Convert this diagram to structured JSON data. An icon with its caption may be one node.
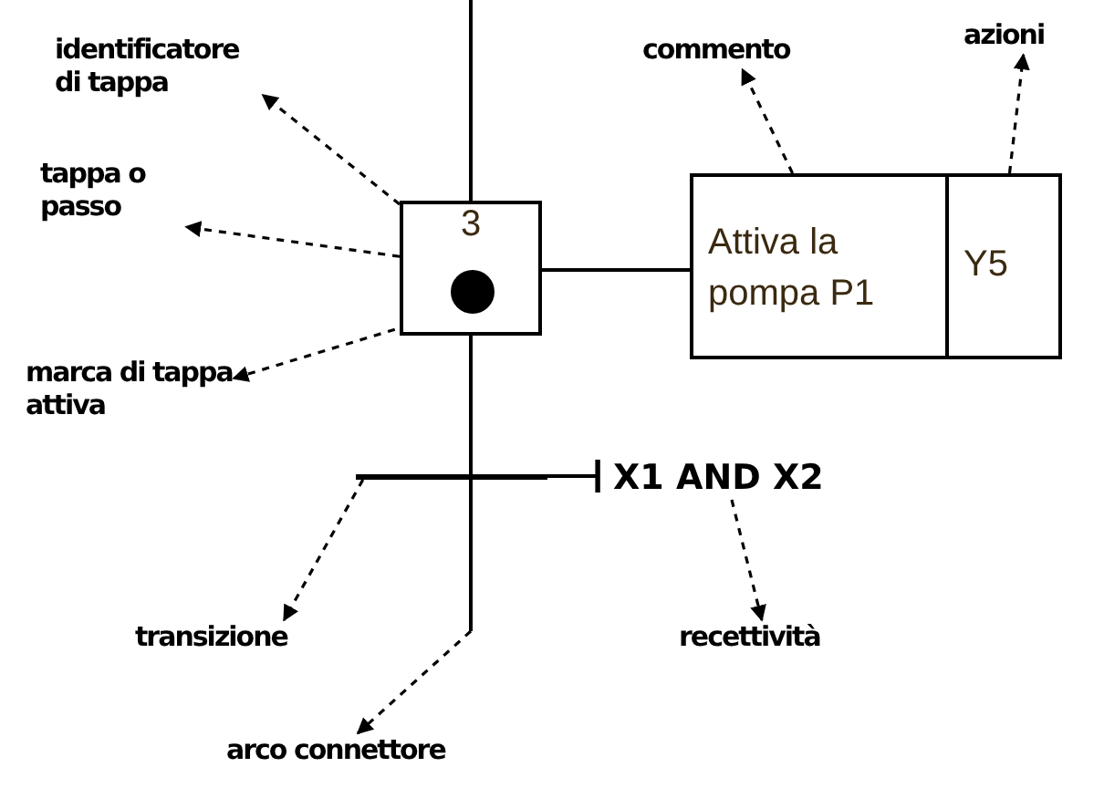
{
  "diagram": {
    "nodes": [
      {
        "text": [
          "3"
        ]
      },
      {
        "text": [],
        "shape": "circle",
        "in": 0
      },
      {
        "text": [
          "Attiva la pompa P1"
        ]
      },
      {
        "text": [
          "Y5"
        ]
      },
      {
        "text": [],
        "shape": "bar"
      },
      {
        "text": [
          "X1 AND X2"
        ]
      },
      {
        "text": [
          "identificatore di tappa"
        ]
      },
      {
        "text": [
          "tappa o passo"
        ]
      },
      {
        "text": [
          "marca di tappa attiva"
        ]
      },
      {
        "text": [
          "commento"
        ]
      },
      {
        "text": [
          "azioni"
        ]
      },
      {
        "text": [
          "transizione"
        ]
      },
      {
        "text": [
          "recettività"
        ]
      },
      {
        "text": [
          "arco connettore"
        ]
      }
    ],
    "edges": [
      {
        "from": null,
        "to": 0,
        "arrow": "none"
      },
      {
        "from": 0,
        "to": 4,
        "arrow": "none"
      },
      {
        "from": 4,
        "to": null,
        "arrow": "none"
      },
      {
        "from": 0,
        "to": 2,
        "arrow": "none"
      },
      {
        "from": 4,
        "to": 5,
        "arrow": "other"
      },
      {
        "from": 0,
        "to": 6,
        "arrow": "to",
        "style": "dashed"
      },
      {
        "from": 0,
        "to": 7,
        "arrow": "to",
        "style": "dashed"
      },
      {
        "from": 1,
        "to": 8,
        "arrow": "to",
        "style": "dashed"
      },
      {
        "from": 2,
        "to": 9,
        "arrow": "to",
        "style": "dashed"
      },
      {
        "from": 3,
        "to": 10,
        "arrow": "to",
        "style": "dashed"
      },
      {
        "from": 4,
        "to": 11,
        "arrow": "to",
        "style": "dashed"
      },
      {
        "from": 5,
        "to": 12,
        "arrow": "to",
        "style": "dashed"
      },
      {
        "from": null,
        "to": 13,
        "arrow": "to",
        "style": "dashed"
      }
    ]
  }
}
